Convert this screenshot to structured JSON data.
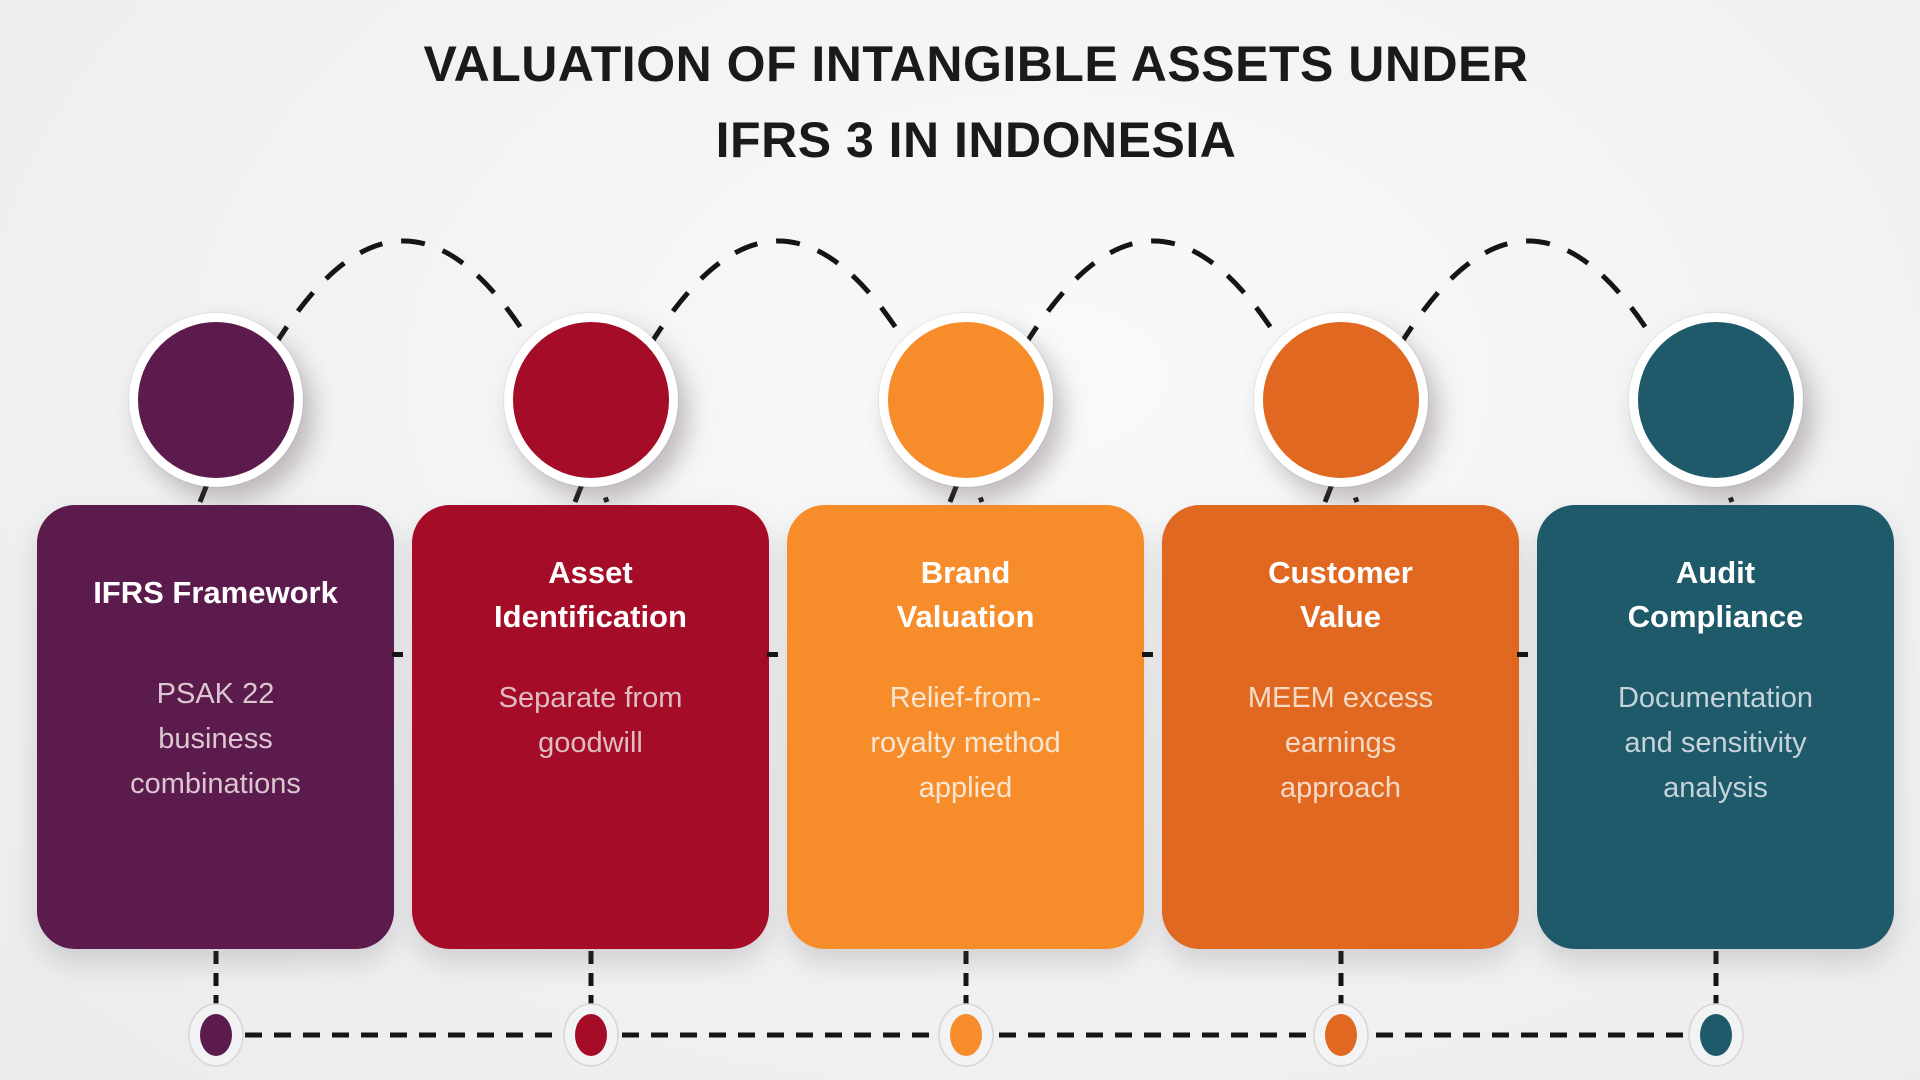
{
  "title": {
    "line1": "VALUATION OF INTANGIBLE ASSETS UNDER",
    "line2": "IFRS 3 IN INDONESIA"
  },
  "connector": {
    "color": "#151515"
  },
  "background_color": "#F2F3F4",
  "cards": [
    {
      "title": "IFRS Framework",
      "body": "PSAK 22\nbusiness\ncombinations",
      "color": "#5C1B4D",
      "bg_style": "background-color:#5C1B4D",
      "body_style": "color:#DCC6D0"
    },
    {
      "title": "Asset\nIdentification",
      "body": "Separate from\ngoodwill",
      "color": "#A40C27",
      "bg_style": "background-color:#A40C27",
      "body_style": "color:#DFBDC2"
    },
    {
      "title": "Brand\nValuation",
      "body": "Relief-from-\nroyalty method\napplied",
      "color": "#F78C2A",
      "bg_style": "background-color:#F78C2A",
      "body_style": "color:#FAE7D3"
    },
    {
      "title": "Customer\nValue",
      "body": "MEEM excess\nearnings\napproach",
      "color": "#E06820",
      "bg_style": "background-color:#E06820",
      "body_style": "color:#F5DAC5"
    },
    {
      "title": "Audit\nCompliance",
      "body": "Documentation\nand sensitivity\nanalysis",
      "color": "#1E5A6A",
      "bg_style": "background-color:#1E5A6A",
      "body_style": "color:#C6D3D9"
    }
  ]
}
